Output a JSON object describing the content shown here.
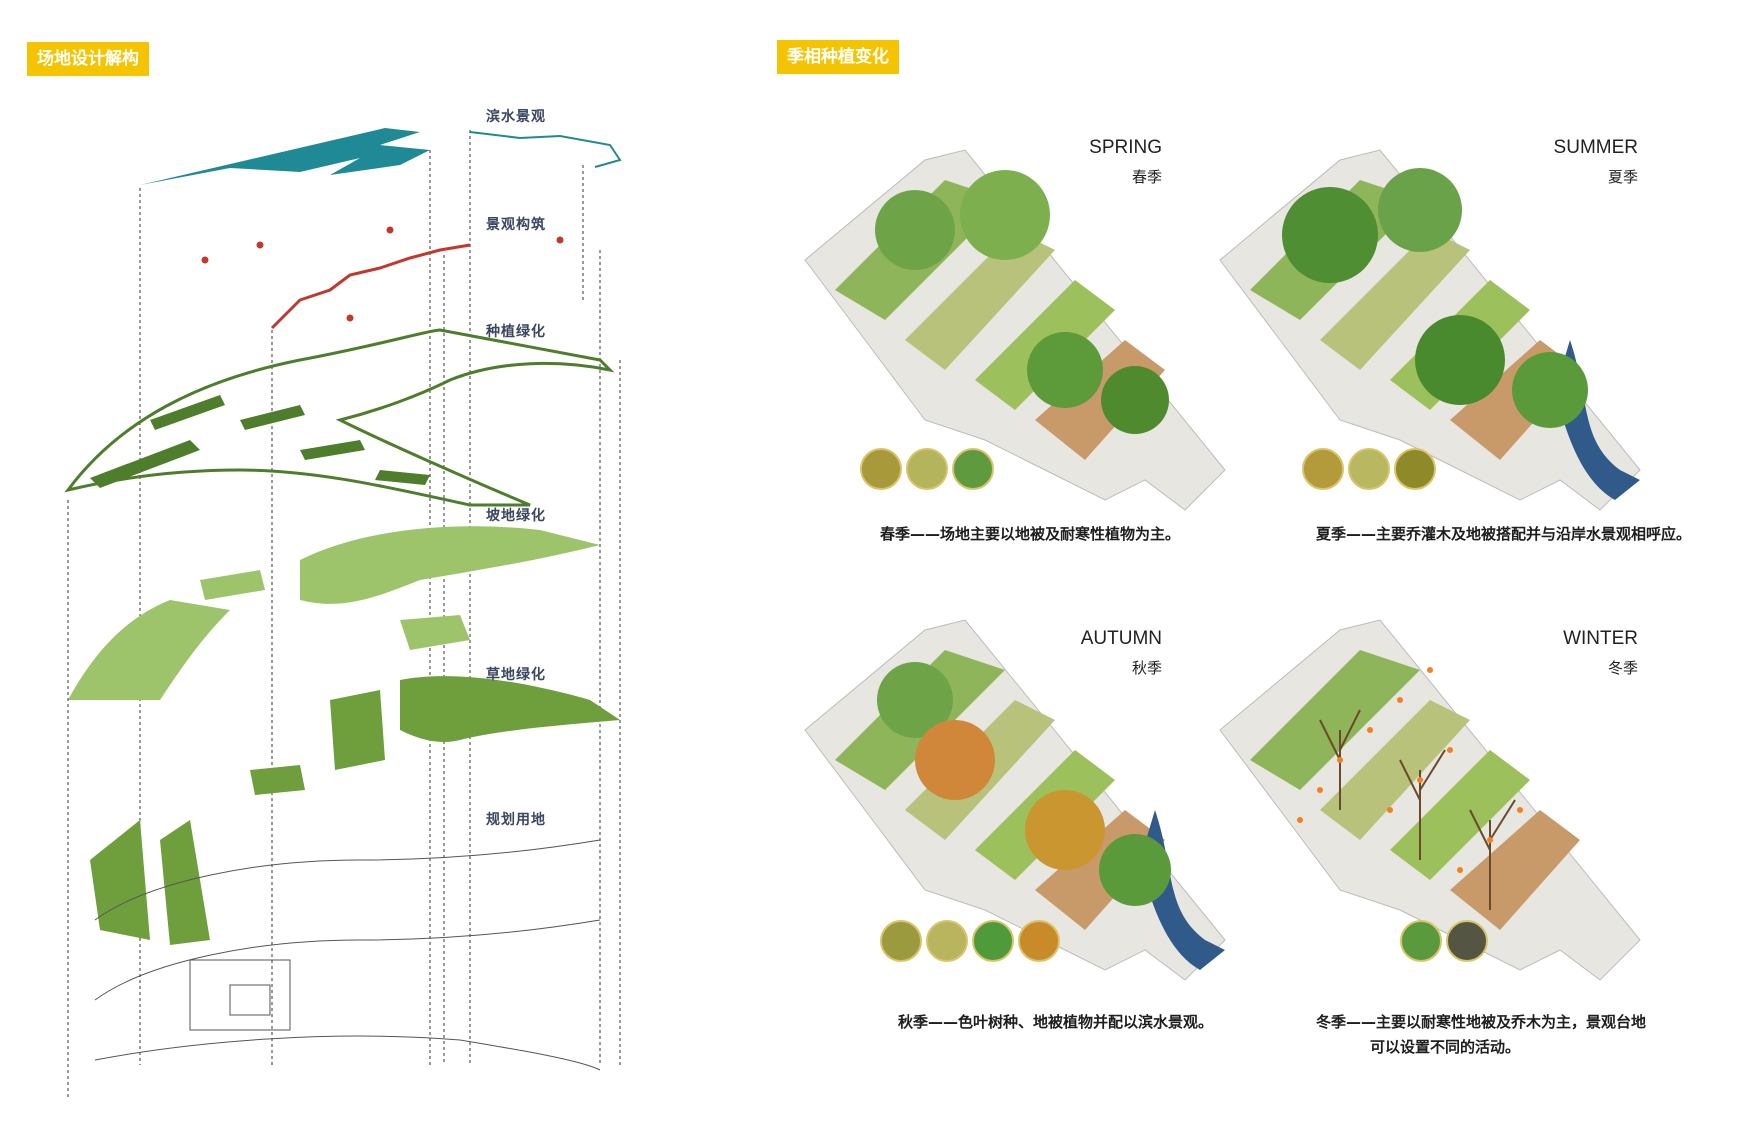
{
  "left_panel": {
    "tag": "场地设计解构",
    "layers": [
      {
        "label": "滨水景观"
      },
      {
        "label": "景观构筑"
      },
      {
        "label": "种植绿化"
      },
      {
        "label": "坡地绿化"
      },
      {
        "label": "草地绿化"
      },
      {
        "label": "规划用地"
      }
    ]
  },
  "right_panel": {
    "tag": "季相种植变化",
    "seasons": [
      {
        "title": "SPRING",
        "subtitle": "春季",
        "caption": "春季——场地主要以地被及耐寒性植物为主。",
        "swatches": [
          "#a89a3a",
          "#b3b45c",
          "#5f9a3e"
        ]
      },
      {
        "title": "SUMMER",
        "subtitle": "夏季",
        "caption": "夏季——主要乔灌木及地被搭配并与沿岸水景观相呼应。",
        "swatches": [
          "#b39a3a",
          "#b7b860",
          "#8e8a2a"
        ]
      },
      {
        "title": "AUTUMN",
        "subtitle": "秋季",
        "caption": "秋季——色叶树种、地被植物并配以滨水景观。",
        "swatches": [
          "#9c9a3e",
          "#b8b55e",
          "#4f9a3a",
          "#c98a2a"
        ]
      },
      {
        "title": "WINTER",
        "subtitle": "冬季",
        "caption_line1": "冬季——主要以耐寒性地被及乔木为主，景观台地",
        "caption_line2": "可以设置不同的活动。",
        "swatches": [
          "#5b9a3c",
          "#555544"
        ]
      }
    ]
  },
  "colors": {
    "accent": "#f5c400",
    "water": "#1f8a96",
    "structure": "#c0392b",
    "green_dark": "#4e7d2c",
    "green_light": "#9dc46a"
  }
}
